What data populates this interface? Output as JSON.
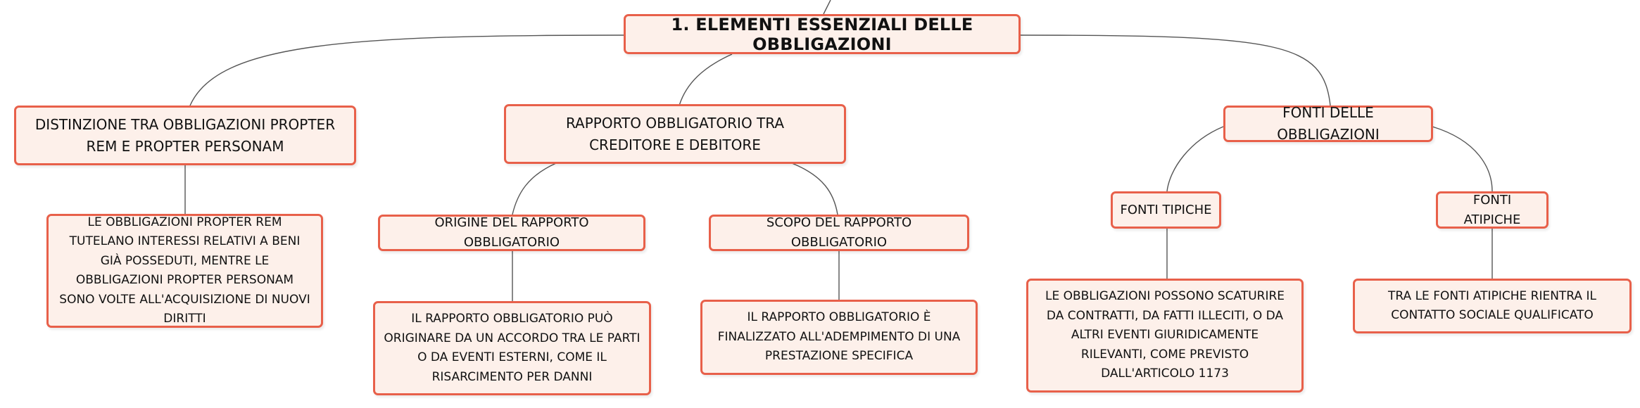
{
  "diagram": {
    "root": {
      "label": "1. ELEMENTI ESSENZIALI DELLE OBBLIGAZIONI"
    },
    "branches": [
      {
        "label": "DISTINZIONE TRA OBBLIGAZIONI PROPTER REM E PROPTER PERSONAM",
        "details": "LE OBBLIGAZIONI PROPTER REM TUTELANO INTERESSI RELATIVI A BENI GIÀ POSSEDUTI, MENTRE LE OBBLIGAZIONI PROPTER PERSONAM SONO VOLTE ALL'ACQUISIZIONE DI NUOVI DIRITTI"
      },
      {
        "label": "RAPPORTO OBBLIGATORIO TRA CREDITORE E DEBITORE",
        "children": [
          {
            "label": "ORIGINE DEL RAPPORTO OBBLIGATORIO",
            "details": "IL RAPPORTO OBBLIGATORIO PUÒ ORIGINARE DA UN ACCORDO TRA LE PARTI O DA EVENTI ESTERNI, COME IL RISARCIMENTO PER DANNI"
          },
          {
            "label": "SCOPO DEL RAPPORTO OBBLIGATORIO",
            "details": "IL RAPPORTO OBBLIGATORIO È FINALIZZATO ALL'ADEMPIMENTO DI UNA PRESTAZIONE SPECIFICA"
          }
        ]
      },
      {
        "label": "FONTI DELLE OBBLIGAZIONI",
        "children": [
          {
            "label": "FONTI TIPICHE",
            "details": "LE OBBLIGAZIONI POSSONO SCATURIRE DA CONTRATTI, DA FATTI ILLECITI, O DA ALTRI EVENTI GIURIDICAMENTE RILEVANTI, COME PREVISTO DALL'ARTICOLO 1173"
          },
          {
            "label": "FONTI ATIPICHE",
            "details": "TRA LE FONTI ATIPICHE RIENTRA IL CONTATTO SOCIALE QUALIFICATO"
          }
        ]
      }
    ],
    "colors": {
      "border": "#e8604a",
      "fill": "#fdf0ea",
      "connector": "#555555"
    }
  }
}
